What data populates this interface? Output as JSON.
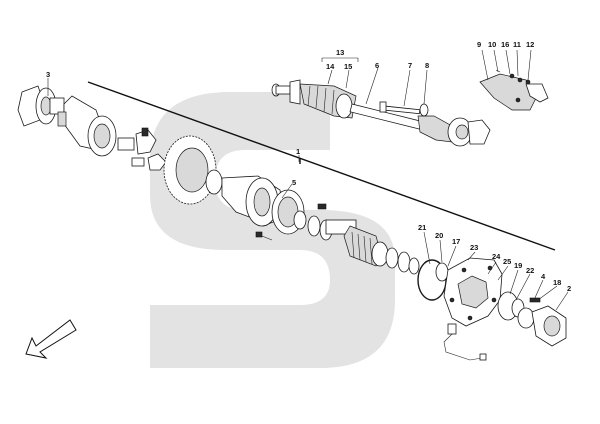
{
  "callouts": {
    "c1": "1",
    "c2": "2",
    "c3": "3",
    "c4": "4",
    "c5": "5",
    "c6": "6",
    "c7": "7",
    "c8": "8",
    "c9": "9",
    "c10": "10",
    "c11": "11",
    "c12": "12",
    "c13": "13",
    "c14": "14",
    "c15": "15",
    "c16": "16",
    "c17": "17",
    "c18": "18",
    "c19": "19",
    "c20": "20",
    "c21": "21",
    "c22": "22",
    "c23": "23",
    "c24": "24",
    "c25": "25"
  },
  "colors": {
    "watermark": "#e3e3e3",
    "line": "#1a1a1a",
    "background": "#ffffff"
  },
  "icons": {
    "direction_arrow": "arrow-down-left-icon",
    "watermark": "s-logo-watermark"
  }
}
